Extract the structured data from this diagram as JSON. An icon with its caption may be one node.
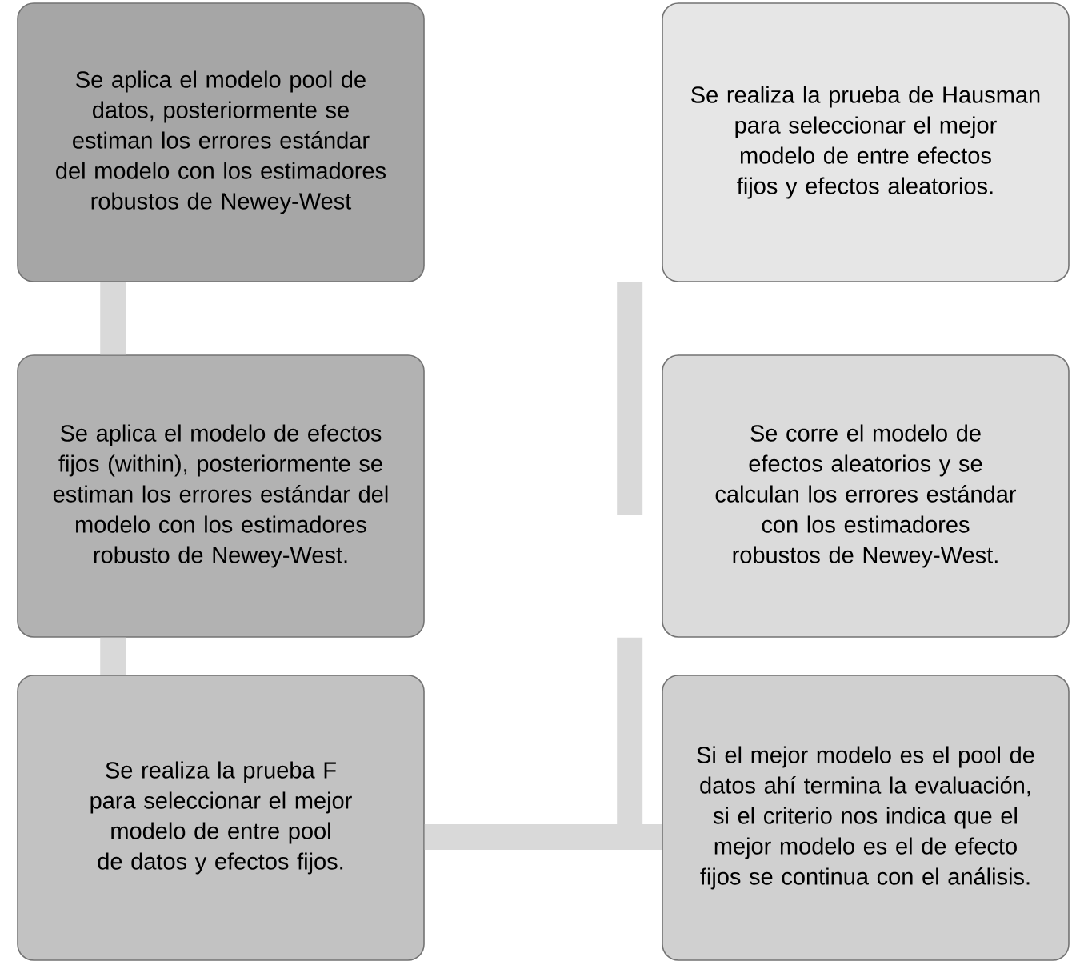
{
  "diagram": {
    "nodes": [
      {
        "text": [
          "Se aplica el modelo pool de datos, posteriormente se estiman los errores estándar del modelo con los estimadores robustos de Newey-West"
        ]
      },
      {
        "text": [
          "Se aplica el modelo de efectos fijos (within), posteriormente se estiman los errores estándar del modelo con los estimadores robusto de Newey-West."
        ]
      },
      {
        "text": [
          "Se realiza la prueba F para seleccionar el mejor modelo de entre pool de datos y efectos fijos."
        ]
      },
      {
        "text": [
          "Si el mejor modelo es el pool de datos ahí termina la evaluación, si el criterio nos indica que el mejor modelo es el de efecto fijos se continua con el análisis."
        ]
      },
      {
        "text": [
          "Se corre el modelo de efectos aleatorios y se calculan los errores estándar con los estimadores robustos de Newey-West."
        ]
      },
      {
        "text": [
          "Se realiza la prueba de Hausman para seleccionar el mejor modelo de entre efectos fijos y efectos aleatorios."
        ]
      }
    ],
    "edges": [
      {
        "from": 0,
        "to": 1,
        "arrow": "none"
      },
      {
        "from": 1,
        "to": 2,
        "arrow": "none"
      },
      {
        "from": 2,
        "to": 3,
        "arrow": "none"
      },
      {
        "from": 3,
        "to": 4,
        "arrow": "none"
      },
      {
        "from": 4,
        "to": 5,
        "arrow": "none"
      }
    ]
  }
}
